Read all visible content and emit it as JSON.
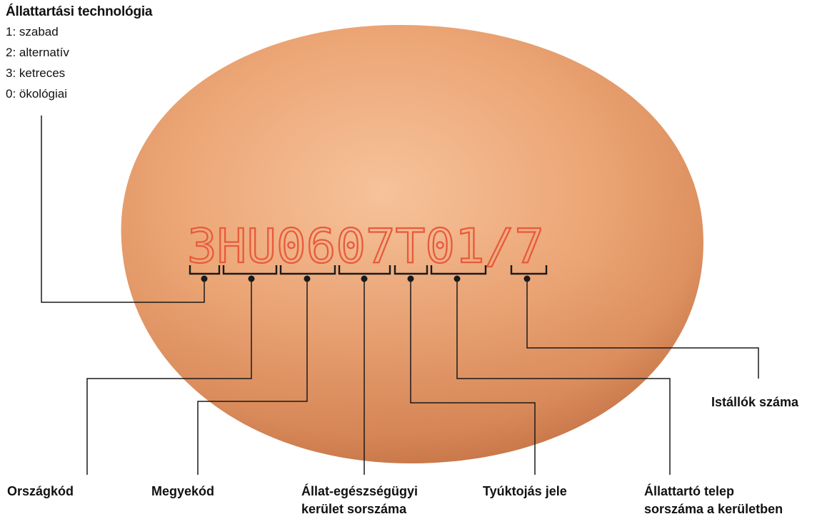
{
  "egg_code": "3HU0607T01/7",
  "legend": {
    "title": "Állattartási technológia",
    "items": [
      "1: szabad",
      "2: alternatív",
      "3: ketreces",
      "0: ökológiai"
    ]
  },
  "labels": {
    "orszagkod": "Országkód",
    "megyekod": "Megyekód",
    "allat_line1": "Állat-egészségügyi",
    "allat_line2": "kerület sorszáma",
    "tyuktojas": "Tyúktojás jele",
    "telep_line1": "Állattartó telep",
    "telep_line2": "sorszáma a kerületben",
    "istallok": "Istállók száma"
  },
  "colors": {
    "egg_light": "#f2b183",
    "egg_mid": "#e39a6a",
    "egg_dark": "#c77548",
    "stamp": "#e85a3c",
    "line": "#1a1a1a"
  }
}
